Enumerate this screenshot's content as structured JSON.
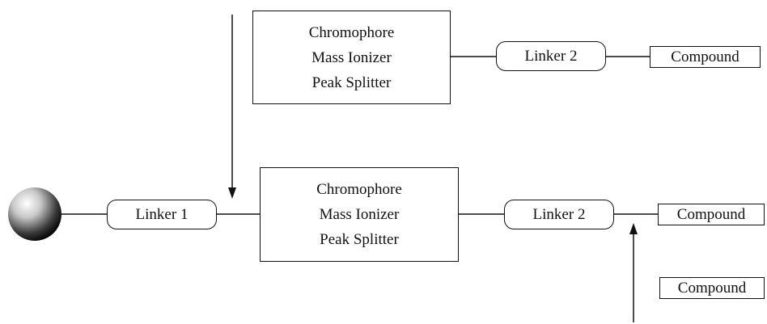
{
  "colors": {
    "line": "#111111",
    "background": "#ffffff"
  },
  "top_row": {
    "block": [
      "Chromophore",
      "Mass Ionizer",
      "Peak Splitter"
    ],
    "linker": "Linker 2",
    "compound": "Compound"
  },
  "bottom_row": {
    "linker1": "Linker 1",
    "block": [
      "Chromophore",
      "Mass Ionizer",
      "Peak Splitter"
    ],
    "linker2": "Linker 2",
    "compound": "Compound"
  },
  "free_compound": "Compound"
}
